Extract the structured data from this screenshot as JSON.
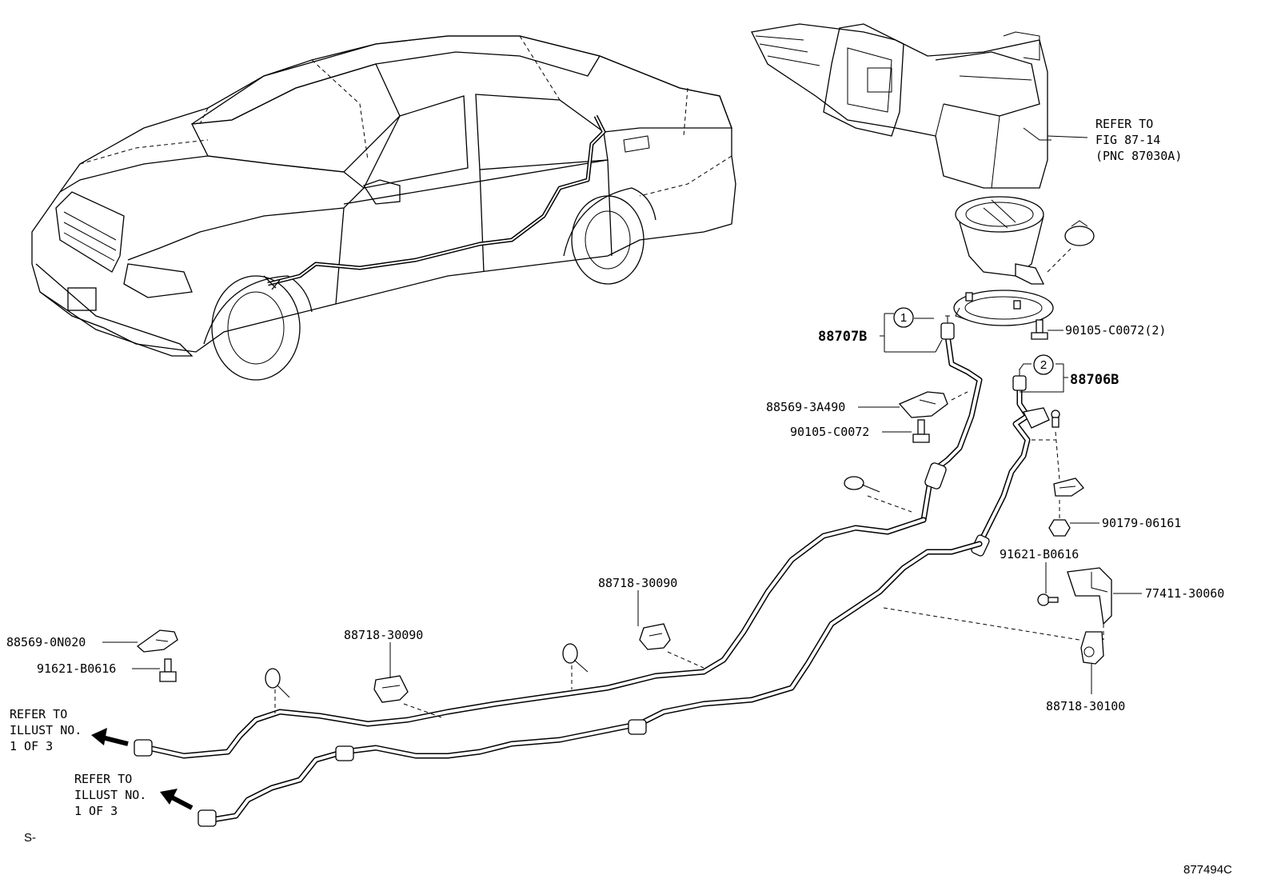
{
  "refer_fig": [
    "REFER TO",
    "FIG 87-14",
    "(PNC 87030A)"
  ],
  "callouts": {
    "p88707B": "88707B",
    "p88706B": "88706B",
    "n1": "1",
    "n2": "2",
    "p90105_C0072_2": "90105-C0072(2)",
    "p88569_3A490": "88569-3A490",
    "p90105_C0072": "90105-C0072",
    "p90179_06161": "90179-06161",
    "p91621_B0616_r": "91621-B0616",
    "p77411_30060": "77411-30060",
    "p88718_30100": "88718-30100",
    "p88718_30090_a": "88718-30090",
    "p88718_30090_b": "88718-30090",
    "p88569_0N020": "88569-0N020",
    "p91621_B0616_l": "91621-B0616"
  },
  "refer_illust_1": [
    "REFER TO",
    "ILLUST NO.",
    "1 OF 3"
  ],
  "refer_illust_2": [
    "REFER TO",
    "ILLUST NO.",
    "1 OF 3"
  ],
  "corner_mark": "S-",
  "figure_id": "877494C"
}
